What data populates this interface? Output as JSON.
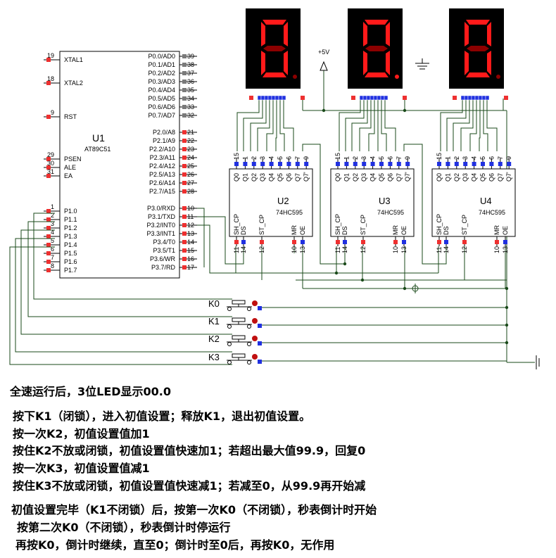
{
  "mcu": {
    "ref": "U1",
    "part": "AT89C51",
    "left_pins": [
      {
        "num": "19",
        "name": "XTAL1"
      },
      {
        "num": "18",
        "name": "XTAL2"
      },
      {
        "num": "9",
        "name": "RST"
      },
      {
        "num": "29",
        "name": "PSEN"
      },
      {
        "num": "30",
        "name": "ALE"
      },
      {
        "num": "31",
        "name": "EA"
      },
      {
        "num": "1",
        "name": "P1.0"
      },
      {
        "num": "2",
        "name": "P1.1"
      },
      {
        "num": "3",
        "name": "P1.2"
      },
      {
        "num": "4",
        "name": "P1.3"
      },
      {
        "num": "5",
        "name": "P1.4"
      },
      {
        "num": "6",
        "name": "P1.5"
      },
      {
        "num": "7",
        "name": "P1.6"
      },
      {
        "num": "8",
        "name": "P1.7"
      }
    ],
    "right_pins": [
      {
        "num": "39",
        "name": "P0.0/AD0"
      },
      {
        "num": "38",
        "name": "P0.1/AD1"
      },
      {
        "num": "37",
        "name": "P0.2/AD2"
      },
      {
        "num": "36",
        "name": "P0.3/AD3"
      },
      {
        "num": "35",
        "name": "P0.4/AD4"
      },
      {
        "num": "34",
        "name": "P0.5/AD5"
      },
      {
        "num": "33",
        "name": "P0.6/AD6"
      },
      {
        "num": "32",
        "name": "P0.7/AD7"
      },
      {
        "num": "21",
        "name": "P2.0/A8"
      },
      {
        "num": "22",
        "name": "P2.1/A9"
      },
      {
        "num": "23",
        "name": "P2.2/A10"
      },
      {
        "num": "24",
        "name": "P2.3/A11"
      },
      {
        "num": "25",
        "name": "P2.4/A12"
      },
      {
        "num": "26",
        "name": "P2.5/A13"
      },
      {
        "num": "27",
        "name": "P2.6/A14"
      },
      {
        "num": "28",
        "name": "P2.7/A15"
      },
      {
        "num": "10",
        "name": "P3.0/RXD"
      },
      {
        "num": "11",
        "name": "P3.1/TXD"
      },
      {
        "num": "12",
        "name": "P3.2/INT0"
      },
      {
        "num": "13",
        "name": "P3.3/INT1"
      },
      {
        "num": "14",
        "name": "P3.4/T0"
      },
      {
        "num": "15",
        "name": "P3.5/T1"
      },
      {
        "num": "16",
        "name": "P3.6/WR"
      },
      {
        "num": "17",
        "name": "P3.7/RD"
      }
    ]
  },
  "shift_registers": [
    {
      "ref": "U2",
      "part": "74HC595"
    },
    {
      "ref": "U3",
      "part": "74HC595"
    },
    {
      "ref": "U4",
      "part": "74HC595"
    }
  ],
  "hc595": {
    "top_pin_numbers": [
      "15",
      "1",
      "2",
      "3",
      "4",
      "5",
      "6",
      "7",
      "9"
    ],
    "top_pin_names": [
      "Q0",
      "Q1",
      "Q2",
      "Q3",
      "Q4",
      "Q5",
      "Q6",
      "Q7",
      "Q7'"
    ],
    "bottom_pin_names": [
      "SH_CP",
      "DS",
      "ST_CP",
      "MR",
      "OE"
    ],
    "bottom_pin_numbers": [
      "11",
      "14",
      "12",
      "10",
      "13"
    ]
  },
  "displays": [
    {
      "digit": "0",
      "dp": false
    },
    {
      "digit": "0",
      "dp": true
    },
    {
      "digit": "0",
      "dp": false
    }
  ],
  "power_label": "+5V",
  "switches": [
    "K0",
    "K1",
    "K2",
    "K3"
  ],
  "colors": {
    "segment_on": "#ff1a1a",
    "segment_bg": "#8c0000",
    "display_body": "#000000",
    "pin_red": "#ee3030",
    "pin_blue": "#2030e0",
    "wire": "#1a4a1a",
    "pin_gray": "#7a7a7a"
  },
  "notes": [
    "全速运行后，3位LED显示00.0",
    "按下K1（闭锁），进入初值设置；释放K1，退出初值设置。",
    "按一次K2，初值设置值加1",
    "按住K2不放或闭锁，初值设置值快速加1；若超出最大值99.9，回复0",
    "按一次K3，初值设置值减1",
    "按住K3不放或闭锁，初值设置值快速减1；若减至0，从99.9再开始减",
    "初值设置完毕（K1不闭锁）后，按第一次K0（不闭锁），秒表倒计时开始",
    "按第二次K0（不闭锁），秒表倒计时停运行",
    "再按K0，倒计时继续，直至0；倒计时至0后，再按K0，无作用"
  ]
}
